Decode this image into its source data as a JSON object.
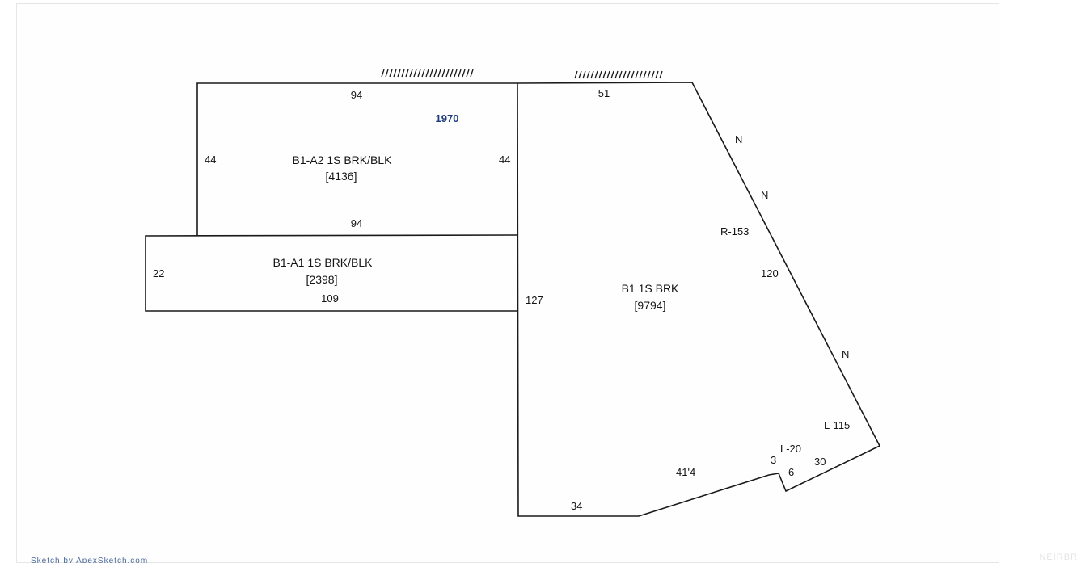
{
  "sketch": {
    "year": "1970",
    "areas": {
      "a2": {
        "name": "B1-A2 1S BRK/BLK",
        "size": "[4136]"
      },
      "a1": {
        "name": "B1-A1 1S BRK/BLK",
        "size": "[2398]"
      },
      "b1": {
        "name": "B1 1S BRK",
        "size": "[9794]"
      }
    },
    "dimensions": {
      "a2_top": "94",
      "a2_left": "44",
      "a2_right": "44",
      "a2_bottom": "94",
      "a1_left": "22",
      "a1_bottom": "109",
      "b1_top": "51",
      "b1_left": "127",
      "b1_bottom": "34",
      "b1_diag": "41'4",
      "b1_notch_a": "3",
      "b1_notch_b": "6",
      "b1_side": "30",
      "b1_east": "120"
    },
    "curves": {
      "r153": "R-153",
      "l115": "L-115",
      "l20": "L-20"
    },
    "directions": [
      "N",
      "N",
      "N"
    ]
  },
  "footer": {
    "text": "Sketch by ApexSketch.com",
    "watermark": "NEIRBR"
  }
}
